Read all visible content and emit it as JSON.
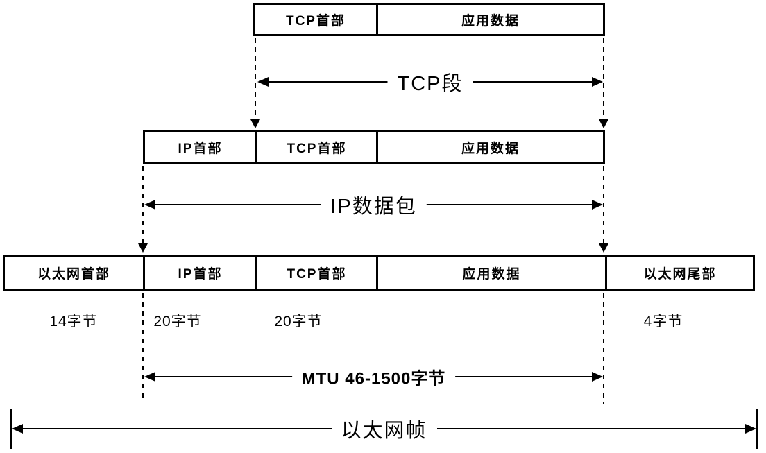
{
  "colors": {
    "ink": "#000000",
    "background": "#ffffff"
  },
  "tcp_row": {
    "cells": [
      "TCP首部",
      "应用数据"
    ],
    "arrow_label": "TCP段"
  },
  "ip_row": {
    "cells": [
      "IP首部",
      "TCP首部",
      "应用数据"
    ],
    "arrow_label": "IP数据包"
  },
  "eth_row": {
    "cells": [
      "以太网首部",
      "IP首部",
      "TCP首部",
      "应用数据",
      "以太网尾部"
    ],
    "byte_sizes": [
      "14字节",
      "20字节",
      "20字节",
      "4字节"
    ],
    "mtu_arrow_label": "MTU 46-1500字节",
    "frame_arrow_label": "以太网帧"
  }
}
